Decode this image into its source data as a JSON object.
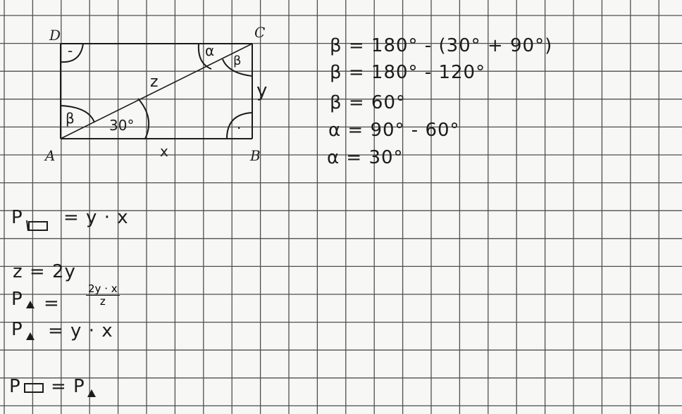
{
  "diagram": {
    "vertices": {
      "A": "A",
      "B": "B",
      "C": "C",
      "D": "D"
    },
    "side_labels": {
      "bottom": "x",
      "right": "y",
      "diagonal": "z"
    },
    "angle_labels": {
      "at_A_given": "30°",
      "at_A_other": "β",
      "at_C_left": "α",
      "at_C_right": "β"
    },
    "right_angle_mark_D": "-",
    "right_angle_mark_B": "·"
  },
  "equations": {
    "line1": "β = 180° - (30° + 90°)",
    "line2": "β = 180° - 120°",
    "line3": "β = 60°",
    "line4": "α = 90° - 60°",
    "line5": "α = 30°"
  },
  "area": {
    "rect_label": "P",
    "rect_expr": "= y · x",
    "z_eq": "z = 2y",
    "tri_label": "P",
    "tri_eq": "=",
    "frac_num": "2y · x",
    "frac_den": "z",
    "tri2_expr": "= y · x",
    "final_left": "P",
    "final_mid": "=",
    "final_right": "P"
  },
  "colors": {
    "grid": "#4f4f4f",
    "ink": "#1c1c1c",
    "paper": "#f7f7f5"
  }
}
